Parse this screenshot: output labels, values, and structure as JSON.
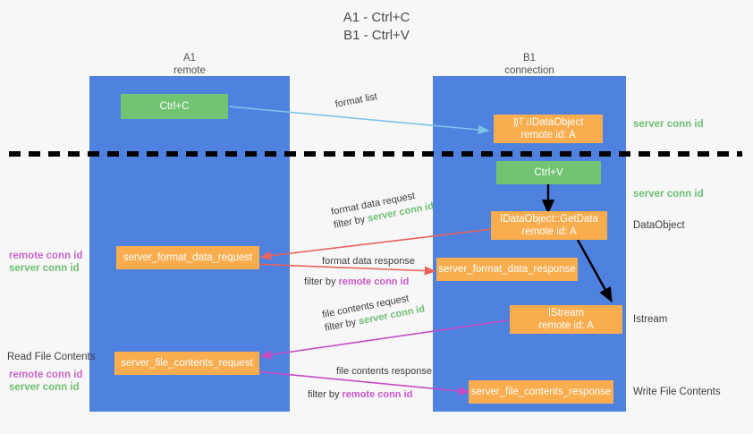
{
  "title": "A1 - Ctrl+C\nB1 - Ctrl+V",
  "columns": {
    "left": {
      "name": "A1",
      "sub": "remote",
      "header": "A1\nremote"
    },
    "right": {
      "name": "B1",
      "sub": "connection",
      "header": "B1\nconnection"
    }
  },
  "colors": {
    "lane": "#4f81df",
    "green_node": "#72c472",
    "orange_node": "#f9ad4e",
    "server_conn_id": "#6fbf73",
    "remote_conn_id": "#cc66cc",
    "blue_arrow": "#7ec4e8",
    "red_arrow": "#e8615a",
    "magenta_arrow": "#c44bc4",
    "black_arrow": "#000000",
    "background": "#f7f7f7"
  },
  "nodes": {
    "ctrl_c": {
      "label": "Ctrl+C",
      "kind": "green"
    },
    "new_idataobject": {
      "line1": "⸩⍑⇂IDataObject",
      "line2": "remote id: A",
      "kind": "orange"
    },
    "ctrl_v": {
      "label": "Ctrl+V",
      "kind": "green"
    },
    "getdata": {
      "line1": "IDataObject::GetData",
      "line2": "remote id: A",
      "kind": "orange"
    },
    "server_format_data_request": {
      "label": "server_format_data_request",
      "kind": "orange"
    },
    "server_format_data_response": {
      "label": "server_format_data_response",
      "kind": "orange"
    },
    "istream": {
      "line1": "IStream",
      "line2": "remote id: A",
      "kind": "orange"
    },
    "server_file_contents_request": {
      "label": "server_file_contents_request",
      "kind": "orange"
    },
    "server_file_contents_response": {
      "label": "server_file_contents_response",
      "kind": "orange"
    }
  },
  "right_labels": {
    "server_conn_id_top": "server conn id",
    "server_conn_id_mid": "server conn id",
    "dataobject": "DataObject",
    "istream": "Istream",
    "write_file_contents": "Write File Contents"
  },
  "left_labels": {
    "remote_conn_id_1": "remote conn id",
    "server_conn_id_1": "server conn id",
    "read_file_contents": "Read File Contents",
    "remote_conn_id_2": "remote conn id",
    "server_conn_id_2": "server conn id"
  },
  "edges": {
    "format_list": {
      "text": "format list"
    },
    "format_data_request": {
      "line1": "format data request",
      "filter_prefix": "filter by ",
      "filter_value": "server conn id",
      "filter_color": "green"
    },
    "format_data_response": {
      "line1": "format data response",
      "filter_prefix": "filter by ",
      "filter_value": "remote conn id",
      "filter_color": "magenta"
    },
    "file_contents_request": {
      "line1": "file contents request",
      "filter_prefix": "filter by ",
      "filter_value": "server conn id",
      "filter_color": "green"
    },
    "file_contents_response": {
      "line1": "file contents response",
      "filter_prefix": "filter by ",
      "filter_value": "remote conn id",
      "filter_color": "magenta"
    }
  }
}
